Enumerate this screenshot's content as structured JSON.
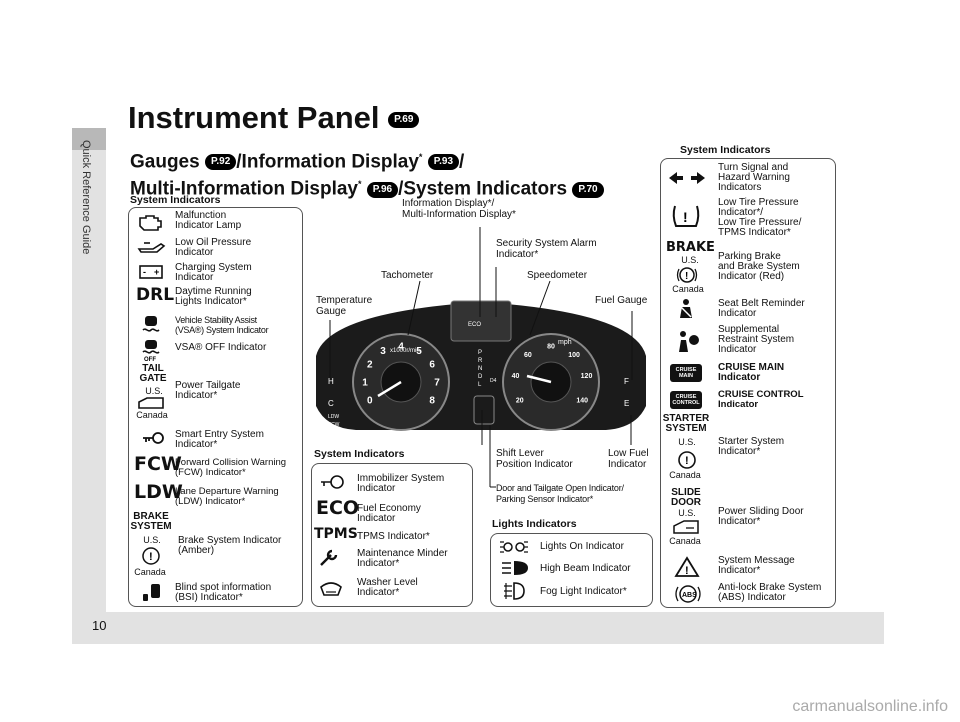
{
  "side_label": "Quick Reference Guide",
  "page_number": "10",
  "watermark": "carmanualsonline.info",
  "title": "Instrument Panel",
  "title_ref": "P.69",
  "subtitle": {
    "gauges": "Gauges",
    "gauges_ref": "P.92",
    "info_display": "/Information Display",
    "info_ref": "P.93",
    "multi_info": "Multi-Information Display",
    "multi_ref": "P.96",
    "system_indicators": "/System Indicators",
    "system_ref": "P.70",
    "slash": "/",
    "asterisk": "*"
  },
  "left_box": {
    "label": "System Indicators",
    "items": [
      {
        "icon": "engine-icon",
        "text": "Malfunction\nIndicator Lamp"
      },
      {
        "icon": "oil-can-icon",
        "text": "Low Oil Pressure\nIndicator"
      },
      {
        "icon": "battery-icon",
        "text": "Charging System\nIndicator"
      },
      {
        "icon": "DRL",
        "text": "Daytime Running\nLights Indicator*"
      },
      {
        "icon": "vsa-icon",
        "text": "Vehicle Stability Assist\n(VSA®) System Indicator"
      },
      {
        "icon": "vsa-off-icon",
        "text": "VSA® OFF Indicator"
      },
      {
        "icon": "TAIL GATE",
        "text": "Power Tailgate\nIndicator*"
      },
      {
        "icon": "key-icon",
        "text": "Smart Entry System\nIndicator*"
      },
      {
        "icon": "FCW",
        "text": "Forward Collision Warning\n(FCW) Indicator*"
      },
      {
        "icon": "LDW",
        "text": "Lane Departure Warning\n(LDW) Indicator*"
      },
      {
        "icon": "BRAKE SYSTEM",
        "text": "Brake System Indicator\n(Amber)"
      },
      {
        "icon": "bsi-icon",
        "text": "Blind spot information\n(BSI) Indicator*"
      }
    ],
    "us": "U.S.",
    "canada": "Canada"
  },
  "middle_box": {
    "label": "System Indicators",
    "items": [
      {
        "icon": "immobilizer-icon",
        "text": "Immobilizer System\nIndicator"
      },
      {
        "icon": "ECO",
        "text": "Fuel Economy\nIndicator"
      },
      {
        "icon": "TPMS",
        "text": "TPMS Indicator*"
      },
      {
        "icon": "wrench-icon",
        "text": "Maintenance Minder\nIndicator*"
      },
      {
        "icon": "washer-icon",
        "text": "Washer Level\nIndicator*"
      }
    ]
  },
  "lights_box": {
    "label": "Lights Indicators",
    "items": [
      {
        "icon": "lights-on-icon",
        "text": "Lights On Indicator"
      },
      {
        "icon": "high-beam-icon",
        "text": "High Beam Indicator"
      },
      {
        "icon": "fog-light-icon",
        "text": "Fog Light Indicator*"
      }
    ]
  },
  "right_box": {
    "label": "System Indicators",
    "items": [
      {
        "icon": "turn-signal-icon",
        "text": "Turn Signal and\nHazard Warning\nIndicators"
      },
      {
        "icon": "tire-pressure-icon",
        "text": "Low Tire Pressure\nIndicator*/\nLow Tire Pressure/\nTPMS Indicator*"
      },
      {
        "icon": "BRAKE",
        "text": "Parking Brake\nand Brake System\nIndicator (Red)"
      },
      {
        "icon": "seat-belt-icon",
        "text": "Seat Belt Reminder\nIndicator"
      },
      {
        "icon": "airbag-icon",
        "text": "Supplemental\nRestraint System\nIndicator"
      },
      {
        "icon": "CRUISE MAIN",
        "text": "CRUISE MAIN\nIndicator"
      },
      {
        "icon": "CRUISE CONTROL",
        "text": "CRUISE CONTROL\nIndicator"
      },
      {
        "icon": "STARTER SYSTEM",
        "text": "Starter System\nIndicator*"
      },
      {
        "icon": "SLIDE DOOR",
        "text": "Power Sliding Door\nIndicator*"
      },
      {
        "icon": "system-message-icon",
        "text": "System Message\nIndicator*"
      },
      {
        "icon": "ABS",
        "text": "Anti-lock Brake System\n(ABS) Indicator"
      }
    ],
    "us": "U.S.",
    "canada": "Canada"
  },
  "callouts": {
    "info_display": "Information Display*/\nMulti-Information Display*",
    "security": "Security System Alarm\nIndicator*",
    "tachometer": "Tachometer",
    "speedometer": "Speedometer",
    "temperature": "Temperature\nGauge",
    "fuel_gauge": "Fuel Gauge",
    "shift_lever": "Shift Lever\nPosition Indicator",
    "low_fuel": "Low Fuel\nIndicator",
    "door_tailgate": "Door and Tailgate Open Indicator/\nParking Sensor Indicator*"
  },
  "cluster": {
    "tach_label": "x1000r/min",
    "speed_label": "mph",
    "tach_ticks": [
      "0",
      "1",
      "2",
      "3",
      "4",
      "5",
      "6",
      "7",
      "8"
    ],
    "speed_ticks": [
      "20",
      "40",
      "60",
      "80",
      "100",
      "120",
      "140"
    ],
    "gear": [
      "P",
      "R",
      "N",
      "D",
      "L"
    ],
    "display_text": "ECO",
    "d4": "D4",
    "temp_h": "H",
    "temp_c": "C",
    "fuel_f": "F",
    "fuel_e": "E",
    "ldw": "LDW",
    "fcw": "FCW"
  }
}
